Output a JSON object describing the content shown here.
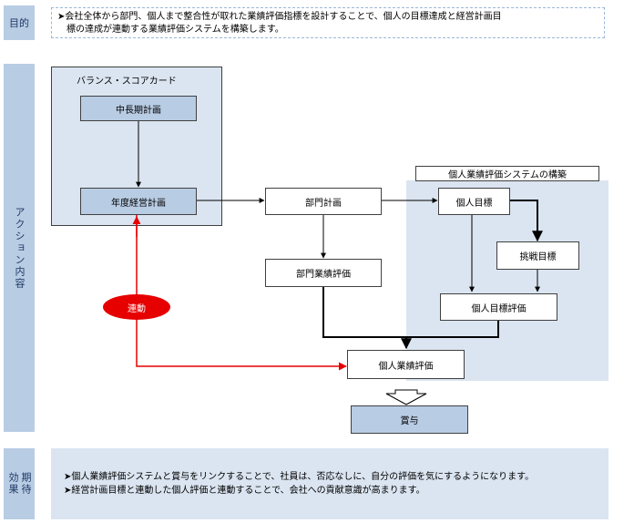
{
  "rows": {
    "purpose": {
      "label": "目的",
      "text_line1": "➤会社全体から部門、個人まで整合性が取れた業績評価指標を設計することで、個人の目標達成と経営計画目",
      "text_line2": "標の達成が連動する業績評価システムを構築します。"
    },
    "action": {
      "label": "アクション内容"
    },
    "effect": {
      "label_line1": "期待",
      "label_line2": "効果",
      "items": [
        "➤個人業績評価システムと賞与をリンクすることで、社員は、否応なしに、自分の評価を気にするようになります。",
        "➤経営計画目標と連動した個人評価と連動することで、会社への貢献意識が高まります。"
      ]
    }
  },
  "diagram": {
    "bsc_title": "バランス・スコアカード",
    "system_title": "個人業績評価システムの構築",
    "nodes": {
      "midterm_plan": "中長期計画",
      "annual_plan": "年度経営計画",
      "dept_plan": "部門計画",
      "dept_eval": "部門業績評価",
      "personal_goal": "個人目標",
      "challenge_goal": "挑戦目標",
      "personal_goal_eval": "個人目標評価",
      "personal_perf_eval": "個人業績評価",
      "bonus": "賞与"
    },
    "link_label": "連動"
  },
  "colors": {
    "sidebar": "#b8cce4",
    "panel": "#dbe5f1",
    "node_blue": "#b8cce4",
    "link_red": "#e60000",
    "border": "#404040"
  }
}
